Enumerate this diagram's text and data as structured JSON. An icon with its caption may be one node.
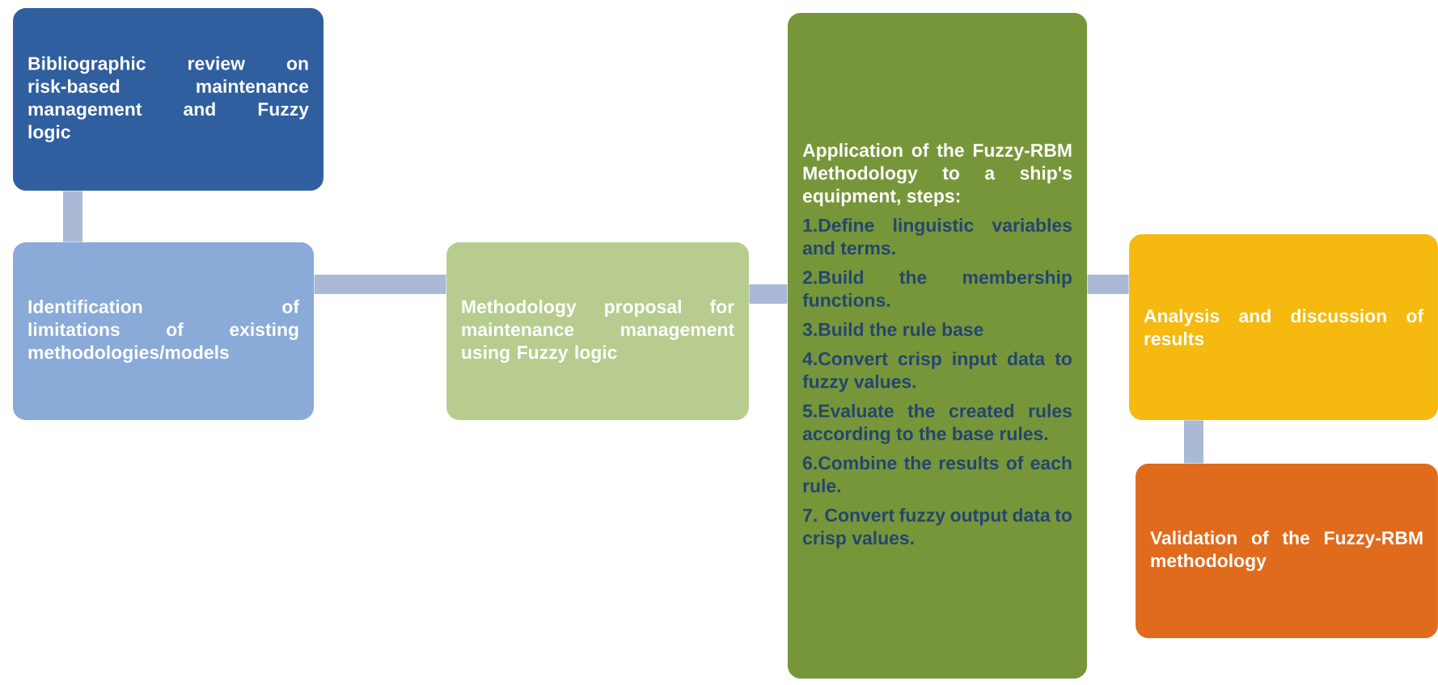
{
  "diagram": {
    "nodes": [
      {
        "text": [
          "Bibliographic review on risk-based maintenance management and Fuzzy logic"
        ]
      },
      {
        "text": [
          "Identification of limitations of existing methodologies/models"
        ]
      },
      {
        "text": [
          "Methodology proposal for maintenance management using Fuzzy logic"
        ]
      },
      {
        "text": [
          "Application of the Fuzzy-RBM Methodology to a ship's equipment, steps:",
          "1.Define linguistic variables and terms.",
          "2.Build the membership functions.",
          "3.Build the rule base",
          "4.Convert crisp input data to fuzzy values.",
          "5.Evaluate the created rules according to the base rules.",
          "6.Combine the results of each rule.",
          "7. Convert fuzzy output data to crisp values."
        ]
      },
      {
        "text": [
          "Analysis and discussion of results"
        ]
      },
      {
        "text": [
          "Validation of the Fuzzy-RBM methodology"
        ]
      }
    ],
    "edges": [
      {
        "from": 0,
        "to": 1,
        "arrow": "none"
      },
      {
        "from": 1,
        "to": 2,
        "arrow": "none"
      },
      {
        "from": 2,
        "to": 3,
        "arrow": "none"
      },
      {
        "from": 3,
        "to": 4,
        "arrow": "none"
      },
      {
        "from": 4,
        "to": 5,
        "arrow": "none"
      }
    ]
  }
}
